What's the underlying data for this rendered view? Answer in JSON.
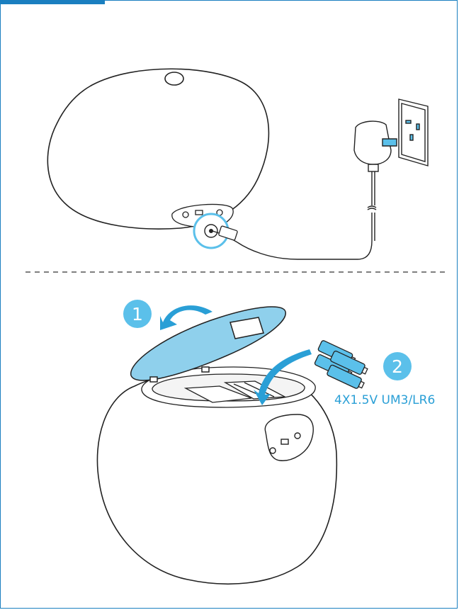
{
  "steps": [
    {
      "number": "1"
    },
    {
      "number": "2"
    }
  ],
  "battery_spec": "4X1.5V UM3/LR6",
  "colors": {
    "frame": "#1a7fc0",
    "accent": "#5bc0ea",
    "cover": "#8fd0ec",
    "label": "#2a9fd6",
    "outline": "#222222"
  },
  "icons": [
    "power-adapter-icon",
    "wall-socket-icon",
    "battery-icon",
    "arrow-icon"
  ]
}
